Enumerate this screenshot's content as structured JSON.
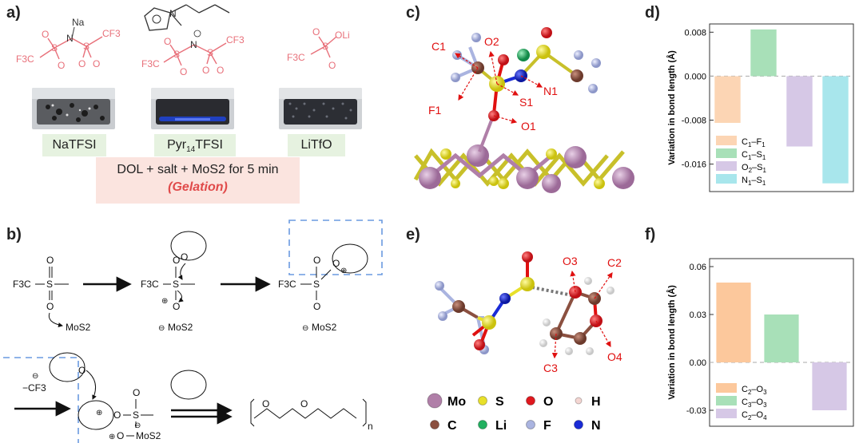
{
  "panels": {
    "a": "a)",
    "b": "b)",
    "c": "c)",
    "d": "d)",
    "e": "e)",
    "f": "f)"
  },
  "panel_a": {
    "salts": [
      {
        "label": "NaTFSI",
        "photo": "gel-with-black-particles"
      },
      {
        "label": "Pyr14TFSI",
        "label_base": "Pyr",
        "label_sub": "14",
        "label_tail": "TFSI",
        "photo": "clear-gel-with-blue-band"
      },
      {
        "label": "LiTfO",
        "photo": "dark-granular-gel"
      }
    ],
    "caption_line1": "DOL + salt + MoS2 for 5 min",
    "caption_line2": "(Gelation)",
    "structure_text": {
      "na": "Na",
      "n": "N",
      "cf3": "CF3",
      "f3c": "F3C",
      "s": "S",
      "o": "O",
      "oli": "OLi"
    }
  },
  "panel_b": {
    "text": {
      "f3c": "F3C",
      "s": "S",
      "o": "O",
      "mos2": "MoS2",
      "minus": "⊖",
      "plus": "⊕",
      "neg_cf3": "−CF3",
      "n": "n"
    }
  },
  "panel_c": {
    "labels": [
      "C1",
      "O2",
      "N1",
      "S1",
      "F1",
      "O1"
    ]
  },
  "panel_e": {
    "labels": [
      "O3",
      "C2",
      "C3",
      "O4"
    ]
  },
  "legend_atoms": [
    {
      "symbol": "Mo",
      "color": "#b07fa8"
    },
    {
      "symbol": "S",
      "color": "#e8e02a"
    },
    {
      "symbol": "O",
      "color": "#e0181e"
    },
    {
      "symbol": "H",
      "color": "#f4d6d2"
    },
    {
      "symbol": "C",
      "color": "#8b5040"
    },
    {
      "symbol": "Li",
      "color": "#22b060"
    },
    {
      "symbol": "F",
      "color": "#aab4e0"
    },
    {
      "symbol": "N",
      "color": "#1a2bd6"
    }
  ],
  "chart_data": [
    {
      "type": "bar",
      "panel": "d",
      "ylabel": "Variation in bond length (Å)",
      "ylim": [
        -0.021,
        0.0095
      ],
      "yticks": [
        "0.008",
        "0.000",
        "-0.008",
        "-0.016"
      ],
      "ytick_values": [
        0.008,
        0.0,
        -0.008,
        -0.016
      ],
      "series": [
        {
          "name": "C1–F1",
          "label_html": [
            "C",
            "1",
            "–F",
            "1"
          ],
          "value": -0.0085,
          "color": "#fcd5b4"
        },
        {
          "name": "C1–S1",
          "label_html": [
            "C",
            "1",
            "–S",
            "1"
          ],
          "value": 0.0085,
          "color": "#a8e0b8"
        },
        {
          "name": "O2–S1",
          "label_html": [
            "O",
            "2",
            "–S",
            "1"
          ],
          "value": -0.0128,
          "color": "#d6c8e6"
        },
        {
          "name": "N1–S1",
          "label_html": [
            "N",
            "1",
            "–S",
            "1"
          ],
          "value": -0.0195,
          "color": "#a8e6ec"
        }
      ],
      "legend": "lower-left"
    },
    {
      "type": "bar",
      "panel": "f",
      "ylabel": "Variation in bond length (Å)",
      "ylim": [
        -0.04,
        0.065
      ],
      "yticks": [
        "0.06",
        "0.03",
        "0.00",
        "-0.03"
      ],
      "ytick_values": [
        0.06,
        0.03,
        0.0,
        -0.03
      ],
      "series": [
        {
          "name": "C2–O3",
          "label_html": [
            "C",
            "2",
            "–O",
            "3"
          ],
          "value": 0.05,
          "color": "#fcc89c"
        },
        {
          "name": "C3–O3",
          "label_html": [
            "C",
            "3",
            "–O",
            "3"
          ],
          "value": 0.03,
          "color": "#a8e0b8"
        },
        {
          "name": "C2–O4",
          "label_html": [
            "C",
            "2",
            "–O",
            "4"
          ],
          "value": -0.03,
          "color": "#d6c8e6"
        }
      ],
      "legend": "lower-left"
    }
  ]
}
